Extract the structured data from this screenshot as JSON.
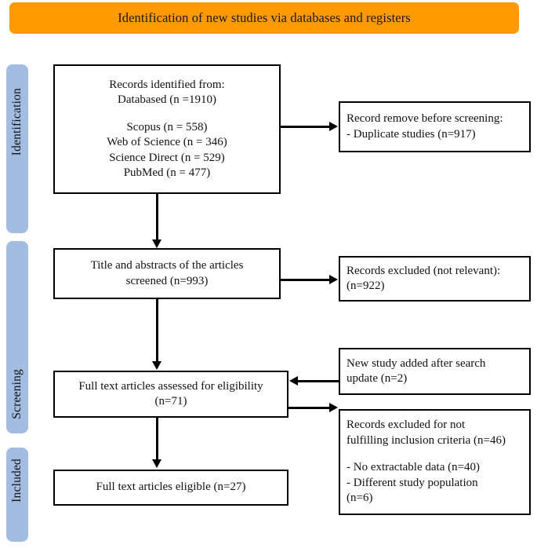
{
  "banner": {
    "title": "Identification of new studies via databases and registers",
    "color": "#FF9900"
  },
  "stages": [
    {
      "key": "identification",
      "label": "Identification",
      "color": "#A3BCE2"
    },
    {
      "key": "screening",
      "label": "Screening",
      "color": "#A3BCE2"
    },
    {
      "key": "included",
      "label": "Included",
      "color": "#A3BCE2"
    }
  ],
  "boxes": {
    "identified": {
      "name": "records-identified",
      "lines": [
        "Records identified from:",
        "Databased (n =1910)",
        "",
        "Scopus (n = 558)",
        "Web of Science (n = 346)",
        "Science Direct (n = 529)",
        "PubMed (n = 477)"
      ],
      "align": "center"
    },
    "duplicates": {
      "name": "records-removed-before-screening",
      "lines": [
        "Record remove before screening:",
        "- Duplicate studies (n=917)"
      ],
      "align": "left"
    },
    "screened": {
      "name": "title-abstracts-screened",
      "lines": [
        "Title and abstracts of the articles",
        "screened (n=993)"
      ],
      "align": "center"
    },
    "excluded_screening": {
      "name": "records-excluded-not-relevant",
      "lines": [
        "Records excluded (not relevant):",
        "(n=922)"
      ],
      "align": "left"
    },
    "eligibility": {
      "name": "full-text-assessed-for-eligibility",
      "lines": [
        "Full text articles assessed for eligibility",
        "(n=71)"
      ],
      "align": "center"
    },
    "new_study": {
      "name": "new-study-added-after-search-update",
      "lines": [
        "New study added after search",
        "update (n=2)"
      ],
      "align": "left"
    },
    "excluded_eligibility": {
      "name": "records-excluded-inclusion-criteria",
      "lines": [
        "Records excluded for not",
        "fulfilling inclusion criteria (n=46)",
        "",
        "- No extractable data (n=40)",
        "- Different study population",
        "(n=6)"
      ],
      "align": "left"
    },
    "final": {
      "name": "full-text-articles-eligible",
      "lines": [
        "Full text articles eligible (n=27)"
      ],
      "align": "center"
    }
  },
  "counts": {
    "databased_total": 1910,
    "scopus": 558,
    "web_of_science": 346,
    "science_direct": 529,
    "pubmed": 477,
    "duplicates_removed": 917,
    "screened": 993,
    "excluded_not_relevant": 922,
    "assessed_for_eligibility": 71,
    "new_studies_added": 2,
    "excluded_inclusion_criteria": 46,
    "no_extractable_data": 40,
    "different_study_population": 6,
    "final_eligible": 27
  }
}
